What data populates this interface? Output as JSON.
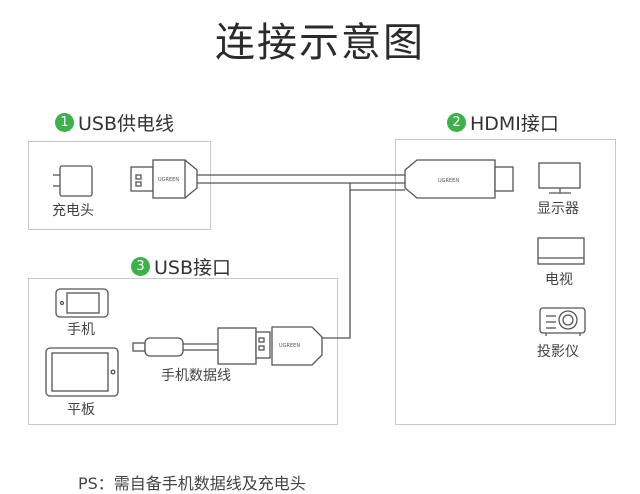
{
  "title": "连接示意图",
  "sections": {
    "usb_power": {
      "number": "1",
      "label": "USB供电线",
      "charger_label": "充电头"
    },
    "hdmi": {
      "number": "2",
      "label": "HDMI接口",
      "devices": [
        "显示器",
        "电视",
        "投影仪"
      ]
    },
    "usb_port": {
      "number": "3",
      "label": "USB接口",
      "phone_label": "手机",
      "tablet_label": "平板",
      "cable_label": "手机数据线"
    }
  },
  "brand_text": "UGREEN",
  "footer": "PS：需自备手机数据线及充电头",
  "colors": {
    "accent": "#3cb34a",
    "line": "#555555",
    "box_border": "#c8c8c8"
  }
}
